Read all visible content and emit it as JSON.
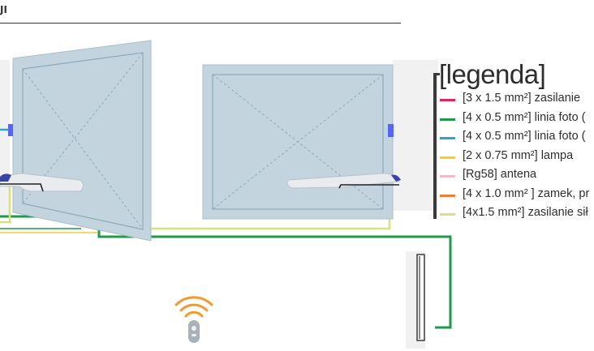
{
  "heading": "JI",
  "legend": {
    "title": "[legenda]",
    "items": [
      {
        "label": "[3 x 1.5 mm²] zasilanie",
        "color": "#e0245e"
      },
      {
        "label": "[4 x 0.5 mm²] linia foto (",
        "color": "#1f9a4a"
      },
      {
        "label": "[4 x 0.5 mm²] linia foto (",
        "color": "#2ba4cf"
      },
      {
        "label": "[2 x 0.75 mm²] lampa",
        "color": "#f4cf1c"
      },
      {
        "label": "[Rg58] antena",
        "color": "#f6b9cb"
      },
      {
        "label": "[4 x 1.0 mm² ] zamek, pr",
        "color": "#f07d33"
      },
      {
        "label": "[4x1.5 mm²] zasilanie sił",
        "color": "#d9e27a"
      }
    ]
  },
  "colors": {
    "gate_fill": "#c3d4df",
    "gate_stroke": "#8ea9ba",
    "pillar_fill": "#f1f1f1",
    "photocell": "#5865f2",
    "remote_signal": "#f39a2c"
  },
  "icons": [
    "remote-control-icon",
    "wifi-signal-icon"
  ]
}
